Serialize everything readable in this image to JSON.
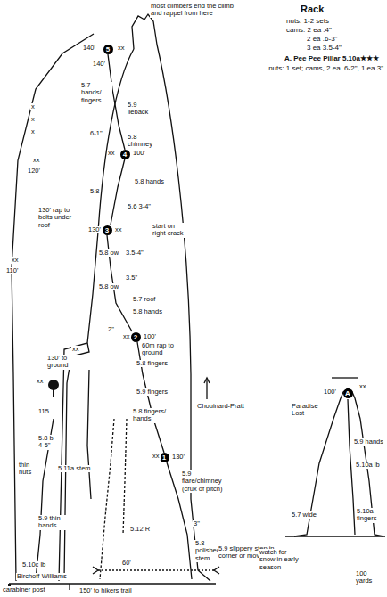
{
  "diagram": {
    "nodes": [
      {
        "text": [
          "5"
        ]
      },
      {
        "text": [
          "4"
        ]
      },
      {
        "text": [
          "3"
        ]
      },
      {
        "text": [
          "2"
        ]
      },
      {
        "text": [
          "1"
        ]
      },
      {
        "text": [
          "A"
        ]
      }
    ],
    "labels": [
      "Rack",
      "nuts: 1-2 sets",
      "cams: 2 ea .4\"",
      "2 ea .6-3\"",
      "3 ea 3.5-4\"",
      "A. Pee Pee Pillar 5.10a★★★",
      "nuts: 1 set; cams, 2 ea .6-2\", 1 ea 3\"",
      "most climbers end the climb and rappel from here",
      "140'",
      "xx",
      "140'",
      "5.7 hands/ fingers",
      "5.9 lieback",
      ".6-1\"",
      "5.8 chimney",
      "xx",
      "100'",
      "5.8 hands",
      "5.8",
      "x",
      "x",
      "x",
      "xx",
      "120'",
      "130' rap to bolts under roof",
      "130'",
      "xx",
      "5.6 3-4\"",
      "start on right crack",
      "xx",
      "110'",
      "5.8 ow",
      "3.5-4\"",
      "5.8 ow",
      "3.5\"",
      "5.7 roof",
      "5.8 hands",
      "2\"",
      "xx",
      "100'",
      "60m rap to ground",
      "xx",
      "130' to ground",
      "5.8 fingers",
      "5.9 fingers",
      "Chouinard-Pratt",
      "xx",
      "115",
      "5.8 b 4-5\"",
      "5.8 fingers/ hands",
      "thin nuts",
      "5.11a stem",
      "xx",
      "130'",
      "5.9 flare/chimney (crux of pitch)",
      "5.9 thin hands",
      "5.12 R",
      "3\"",
      "5.8 polished stem",
      "5.10c lb",
      "60'",
      "5.9 slippery step in corner or move right",
      "watch for snow in early season",
      "100 yards",
      "Birchoff-Williams",
      "carabiner post",
      "150' to hikers trail",
      "xx",
      "100'",
      "Paradise Lost",
      "5.9 hands",
      "5.10a lb",
      "5.10a fingers",
      "5.7 wide"
    ]
  }
}
